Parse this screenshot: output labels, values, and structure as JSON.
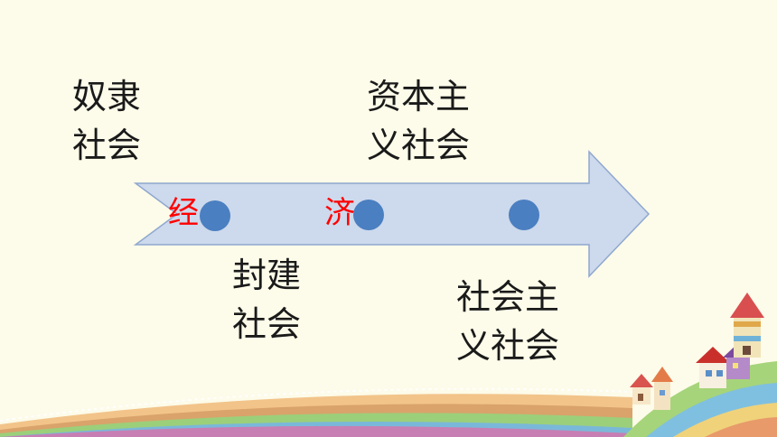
{
  "stages": {
    "slavery": [
      "奴隶",
      "社会"
    ],
    "feudal": [
      "封建",
      "社会"
    ],
    "capitalist": [
      "资本主",
      "义社会"
    ],
    "socialist": [
      "社会主",
      "义社会"
    ]
  },
  "overlay": {
    "char1": "经",
    "char2": "济"
  },
  "colors": {
    "arrow_fill": "#cdd9ec",
    "arrow_stroke": "#8fa8cf",
    "dot": "#4a7fc1",
    "overlay_text": "#ff0000"
  }
}
